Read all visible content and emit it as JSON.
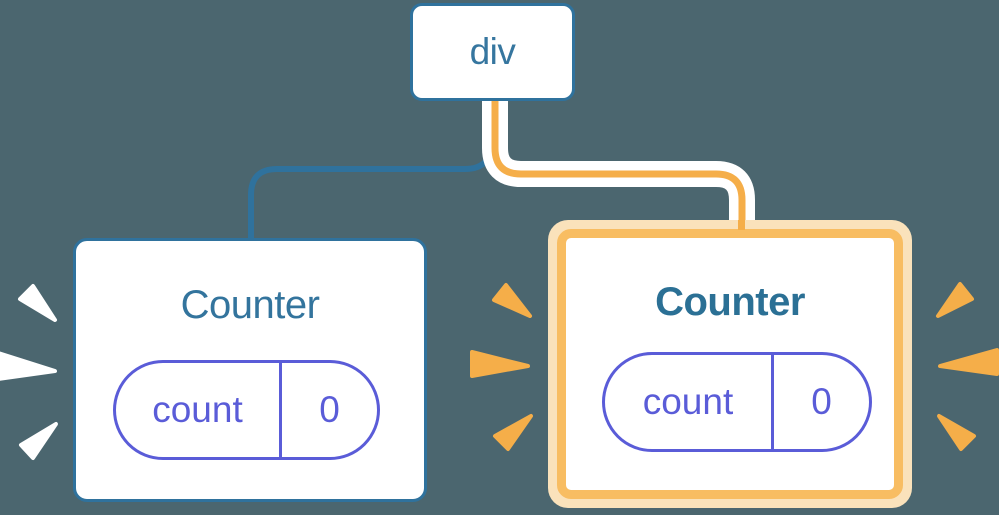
{
  "diagram": {
    "description": "React component tree: a div root with two Counter children; the right Counter is highlighted orange with burst sparkles, both counters hold state count = 0",
    "background_color": "#4B666F",
    "colors": {
      "blue_line": "#2F729D",
      "node_border": "#2F729D",
      "title_text": "#33749D",
      "title_text_highlighted": "#2B7095",
      "state_purple": "#5A5CD8",
      "orange_stripe": "#F5AE49",
      "highlight_ring_orange": "#F8BD62",
      "highlight_ring_cream": "#FAE2BB",
      "card_background": "#FFFFFF",
      "sparkle_white": "#FFFFFF",
      "sparkle_orange": "#F5AE49"
    },
    "root_node": {
      "label": "div"
    },
    "children": [
      {
        "name": "left-counter",
        "title": "Counter",
        "highlighted": false,
        "state": {
          "key": "count",
          "value": "0"
        }
      },
      {
        "name": "right-counter",
        "title": "Counter",
        "highlighted": true,
        "state": {
          "key": "count",
          "value": "0"
        }
      }
    ]
  }
}
